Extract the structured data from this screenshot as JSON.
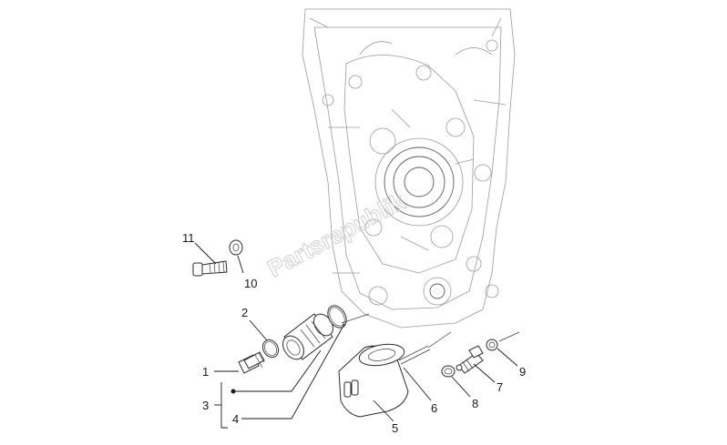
{
  "watermark": "Partsrepublik",
  "callouts": {
    "c1": "1",
    "c2": "2",
    "c3": "3",
    "c4": "4",
    "c5": "5",
    "c6": "6",
    "c7": "7",
    "c8": "8",
    "c9": "9",
    "c10": "10",
    "c11": "11"
  }
}
